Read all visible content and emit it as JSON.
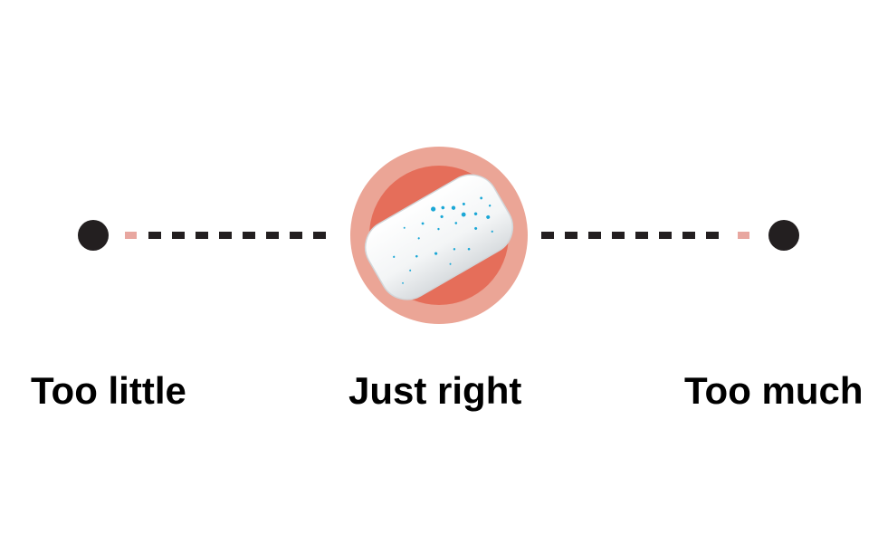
{
  "labels": {
    "left": "Too little",
    "center": "Just right",
    "right": "Too much"
  },
  "icons": {
    "center": "chewing-gum-piece-icon"
  },
  "colors": {
    "dot": "#231f20",
    "dash": "#231f20",
    "accent_dash": "#e8a7a0",
    "outer_ring": "#eba596",
    "inner_circle": "#e56e5a",
    "gum": "#f4f6f7",
    "gum_speckle": "#1aa7d6"
  }
}
